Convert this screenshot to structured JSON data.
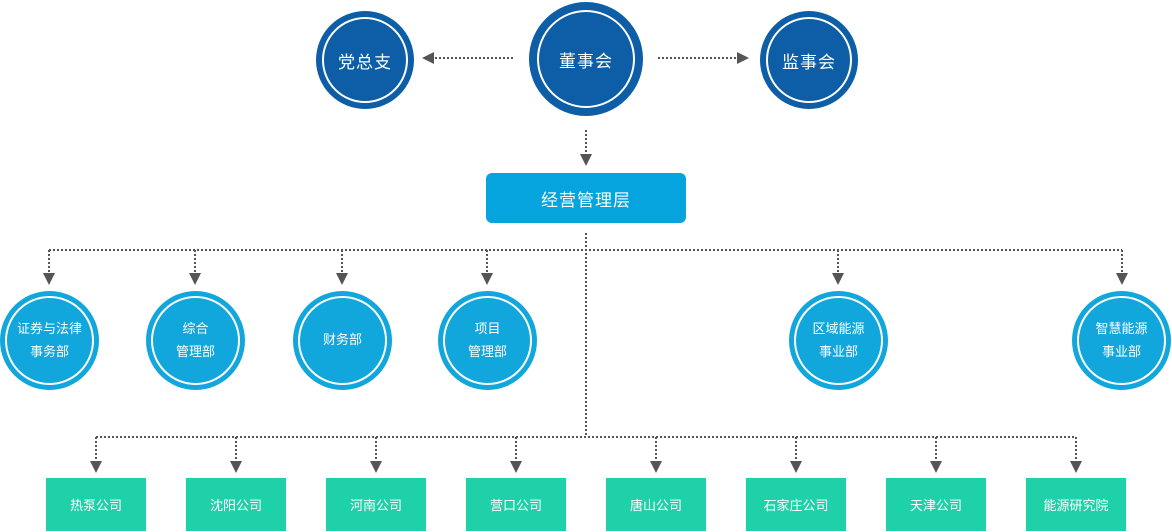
{
  "top": {
    "party": "党总支",
    "board": "董事会",
    "supervisory": "监事会"
  },
  "management": "经营管理层",
  "departments": [
    [
      "证券与法律",
      "事务部"
    ],
    [
      "综合",
      "管理部"
    ],
    [
      "财务部"
    ],
    [
      "项目",
      "管理部"
    ],
    [
      "区域能源",
      "事业部"
    ],
    [
      "智慧能源",
      "事业部"
    ]
  ],
  "companies": [
    "热泵公司",
    "沈阳公司",
    "河南公司",
    "营口公司",
    "唐山公司",
    "石家庄公司",
    "天津公司",
    "能源研究院"
  ],
  "colors": {
    "top_circle": "#0d5ea6",
    "dept_circle": "#11a7dc",
    "management_box": "#06a4de",
    "company_box": "#1fd1a9",
    "connector": "#555555"
  }
}
